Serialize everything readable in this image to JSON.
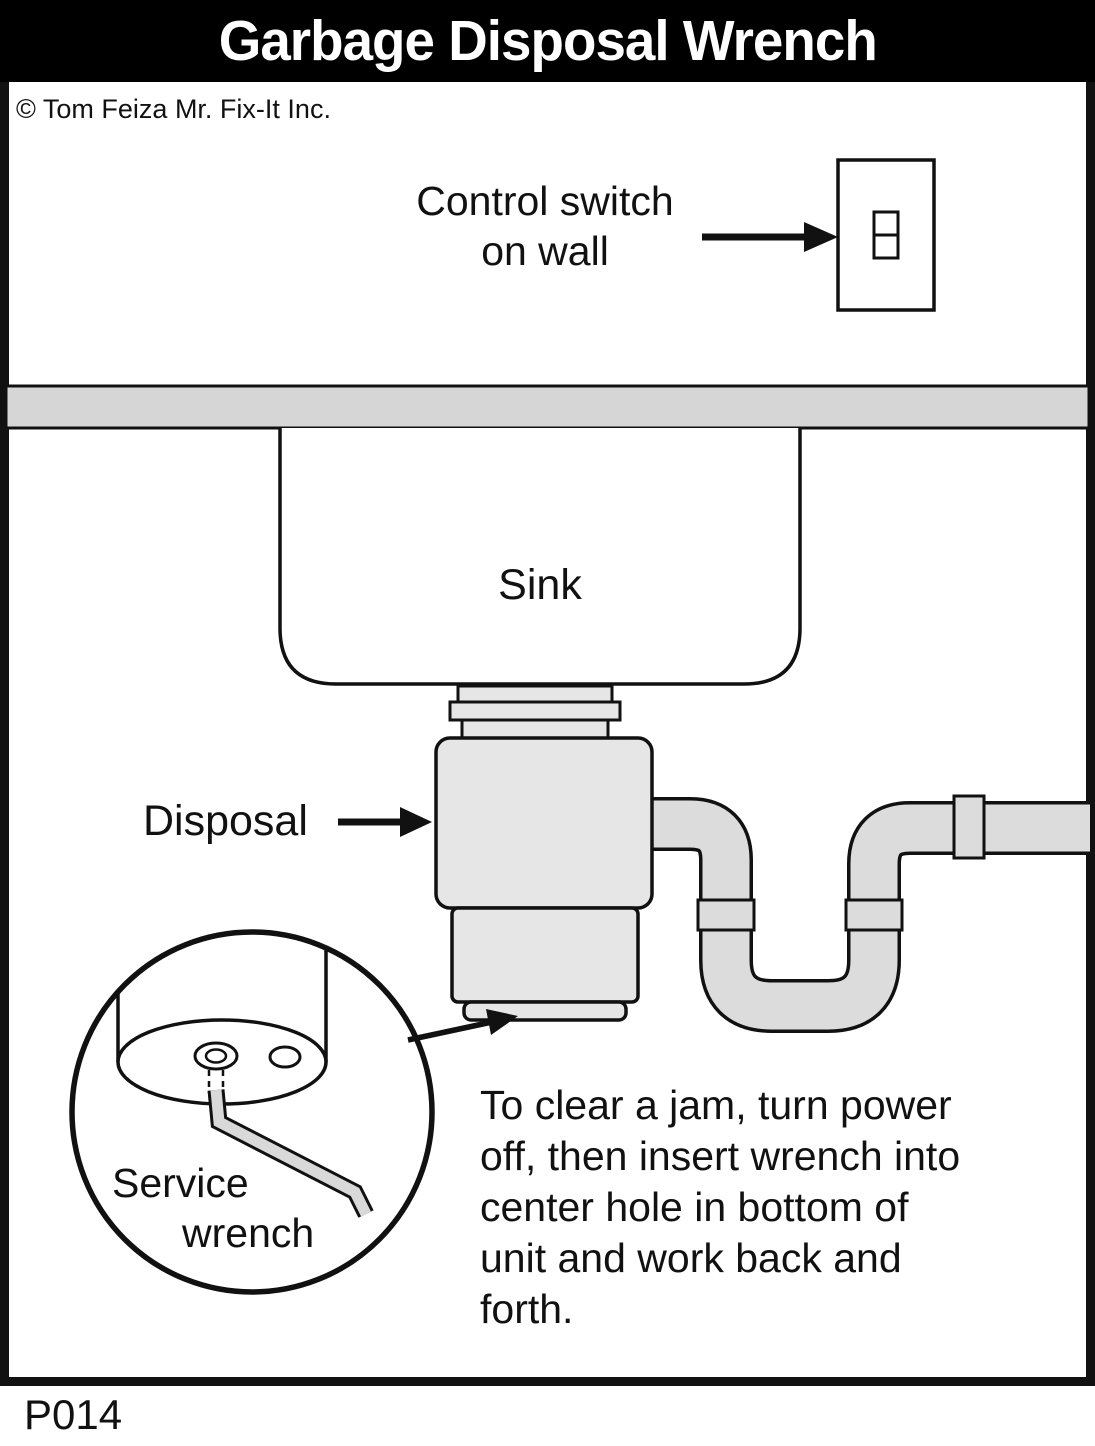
{
  "header": {
    "title": "Garbage Disposal Wrench"
  },
  "copyright": "© Tom Feiza Mr. Fix-It Inc.",
  "diagram_code": "P014",
  "labels": {
    "control_switch_line1": "Control switch",
    "control_switch_line2": "on wall",
    "sink": "Sink",
    "disposal": "Disposal",
    "service_wrench_line1": "Service",
    "service_wrench_line2": "wrench"
  },
  "instructions": {
    "lines": [
      "To clear a jam, turn power",
      "off, then insert wrench into",
      "center hole in bottom of",
      "unit and work back and",
      "forth."
    ]
  },
  "colors": {
    "outline": "#111111",
    "title_bg": "#000000",
    "title_fg": "#ffffff",
    "counter_fill": "#d6d6d6",
    "fixture_fill": "#e6e6e6",
    "pipe_fill": "#dcdcdc"
  }
}
